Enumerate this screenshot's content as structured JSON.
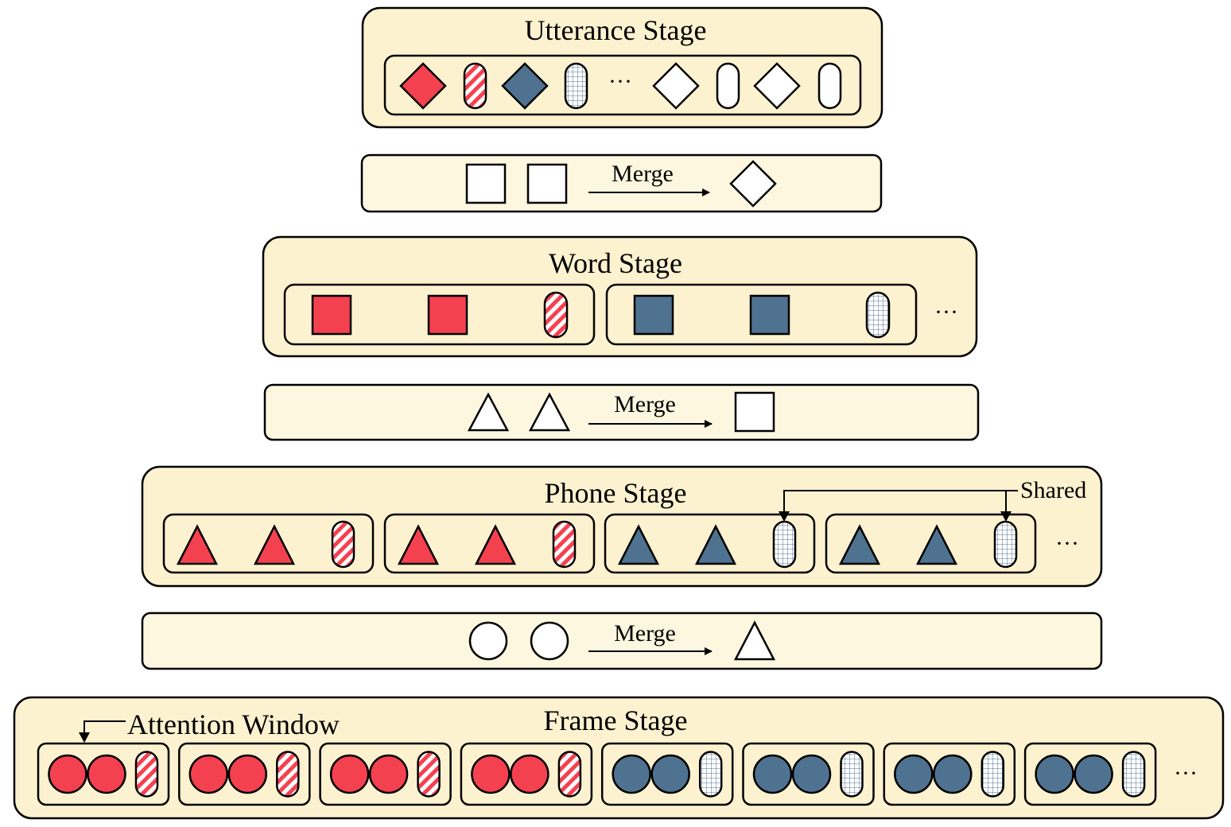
{
  "colors": {
    "panel": "#fdf2cf",
    "merge_panel": "#fdf7e0",
    "red": "#f44150",
    "blue": "#4f7290",
    "stroke": "#000000",
    "hatch_red": "#f44150",
    "grid_blue": "#4f7290"
  },
  "stages": {
    "utterance": {
      "title": "Utterance Stage",
      "ellipsis": "···"
    },
    "word": {
      "title": "Word Stage",
      "ellipsis": "···"
    },
    "phone": {
      "title": "Phone Stage",
      "ellipsis": "···",
      "shared_label": "Shared"
    },
    "frame": {
      "title": "Frame Stage",
      "ellipsis": "···",
      "attention_label": "Attention Window"
    }
  },
  "merges": {
    "word_to_utterance": {
      "label": "Merge",
      "from": "square",
      "to": "diamond"
    },
    "phone_to_word": {
      "label": "Merge",
      "from": "triangle",
      "to": "square"
    },
    "frame_to_phone": {
      "label": "Merge",
      "from": "circle",
      "to": "triangle"
    }
  },
  "sequences": {
    "utterance": [
      "diamond-red",
      "pill-red",
      "diamond-blue",
      "pill-blue",
      "ellipsis",
      "diamond-white",
      "pill-white",
      "diamond-white",
      "pill-white"
    ],
    "word_groups": [
      [
        "square-red",
        "square-red",
        "pill-red"
      ],
      [
        "square-blue",
        "square-blue",
        "pill-blue"
      ]
    ],
    "phone_groups": [
      [
        "triangle-red",
        "triangle-red",
        "pill-red"
      ],
      [
        "triangle-red",
        "triangle-red",
        "pill-red"
      ],
      [
        "triangle-blue",
        "triangle-blue",
        "pill-blue"
      ],
      [
        "triangle-blue",
        "triangle-blue",
        "pill-blue"
      ]
    ],
    "frame_groups": [
      [
        "circle-red",
        "circle-red",
        "pill-red"
      ],
      [
        "circle-red",
        "circle-red",
        "pill-red"
      ],
      [
        "circle-red",
        "circle-red",
        "pill-red"
      ],
      [
        "circle-red",
        "circle-red",
        "pill-red"
      ],
      [
        "circle-blue",
        "circle-blue",
        "pill-blue"
      ],
      [
        "circle-blue",
        "circle-blue",
        "pill-blue"
      ],
      [
        "circle-blue",
        "circle-blue",
        "pill-blue"
      ],
      [
        "circle-blue",
        "circle-blue",
        "pill-blue"
      ]
    ]
  }
}
